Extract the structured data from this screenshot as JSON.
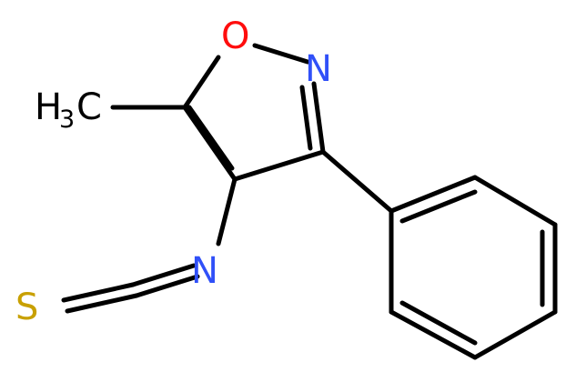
{
  "molecule": {
    "atoms": {
      "oxygen": {
        "label": "O",
        "color": "#ff0d0d"
      },
      "nitrogen_ring": {
        "label": "N",
        "color": "#3050f8"
      },
      "nitrogen_nco": {
        "label": "N",
        "color": "#3050f8"
      },
      "sulfur": {
        "label": "S",
        "color": "#c8a000"
      },
      "methyl": {
        "label": "H",
        "subscript": "3",
        "suffix": "C",
        "color": "#000000"
      }
    },
    "bond_color": "#000000"
  }
}
